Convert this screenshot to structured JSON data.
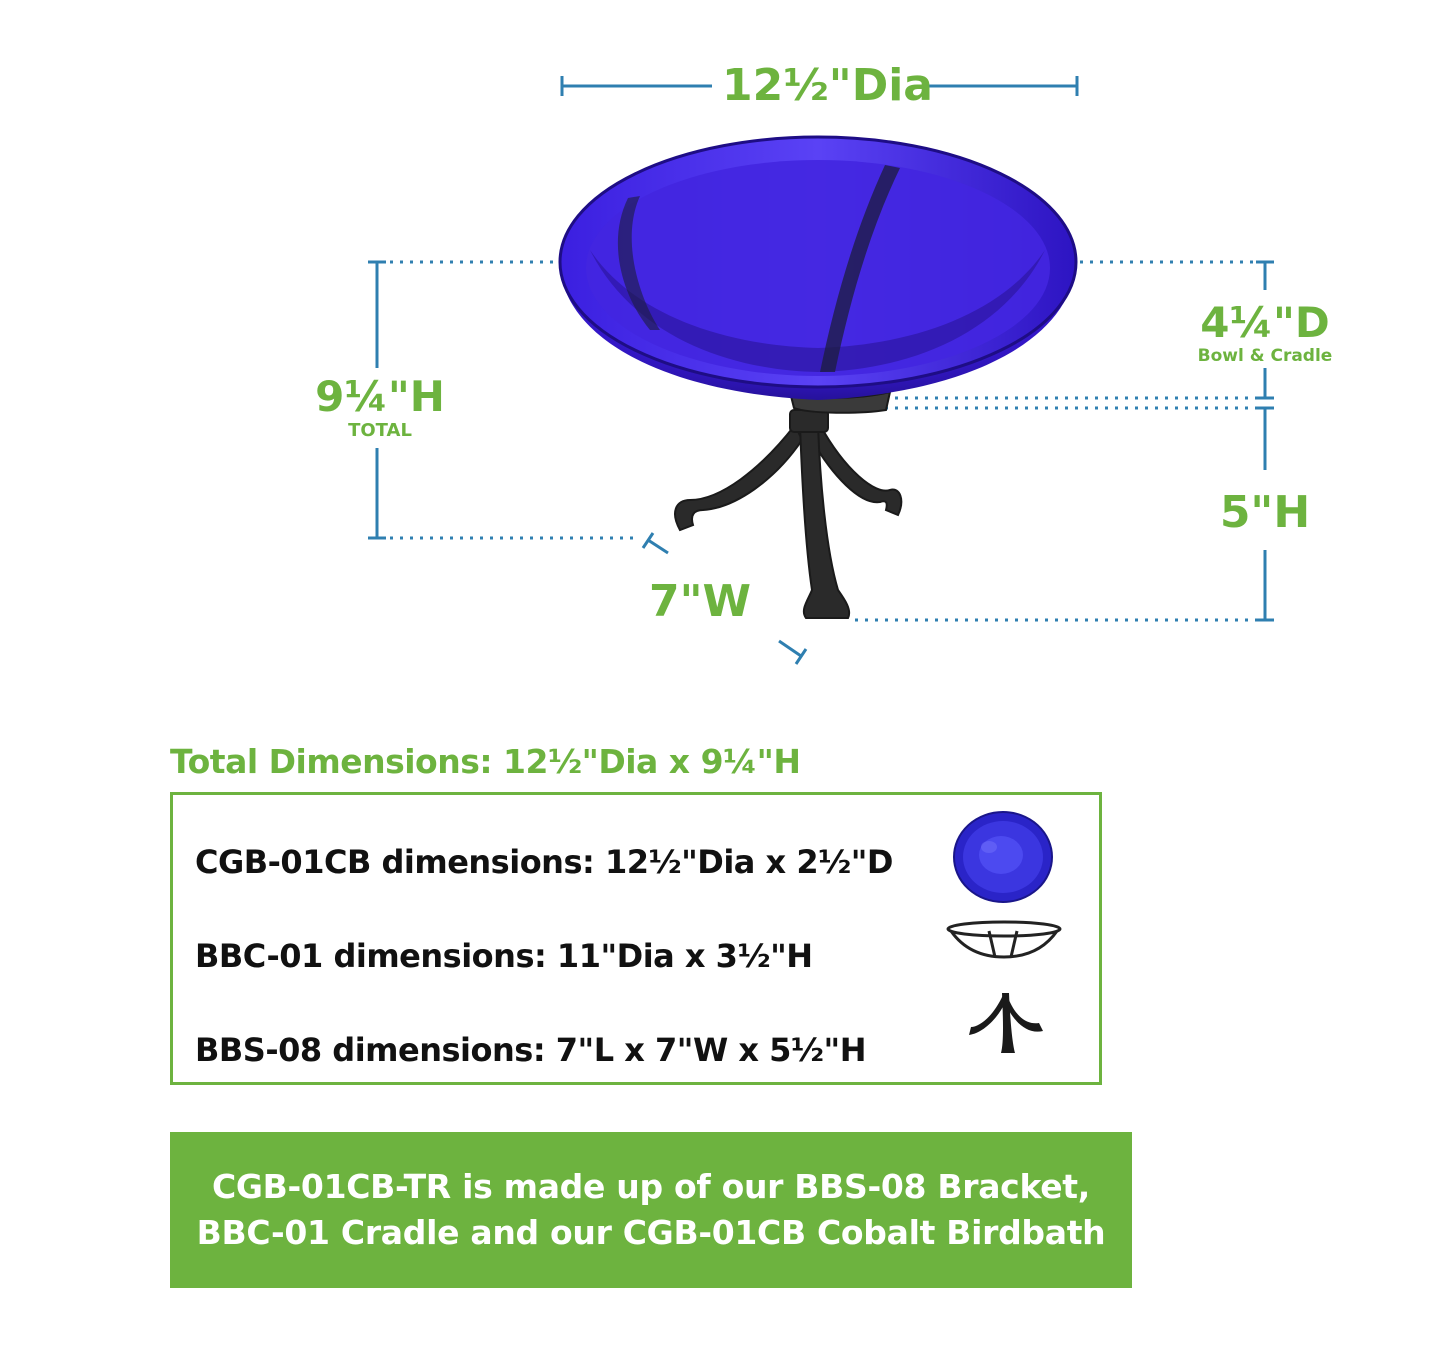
{
  "diagram": {
    "diameter_label": "12½\"Dia",
    "total_height_label": "9¼\"H",
    "total_height_sub": "TOTAL",
    "depth_label": "4¼\"D",
    "depth_sub": "Bowl & Cradle",
    "stand_height_label": "5\"H",
    "width_label": "7\"W"
  },
  "specs": {
    "title": "Total Dimensions: 12½\"Dia x 9¼\"H",
    "rows": [
      {
        "text": "CGB-01CB dimensions: 12½\"Dia x 2½\"D",
        "icon": "cobalt-bowl-icon"
      },
      {
        "text": "BBC-01 dimensions: 11\"Dia x 3½\"H",
        "icon": "cradle-icon"
      },
      {
        "text": "BBS-08 dimensions: 7\"L x 7\"W x 5½\"H",
        "icon": "stand-icon"
      }
    ]
  },
  "banner": {
    "line1": "CGB-01CB-TR is made up of our BBS-08 Bracket,",
    "line2": "BBC-01 Cradle and our CGB-01CB Cobalt Birdbath"
  },
  "colors": {
    "accent_green": "#6db33f",
    "dimension_blue": "#2f7fb0",
    "cobalt": "#3a1fd6",
    "iron": "#2a2a2a"
  }
}
